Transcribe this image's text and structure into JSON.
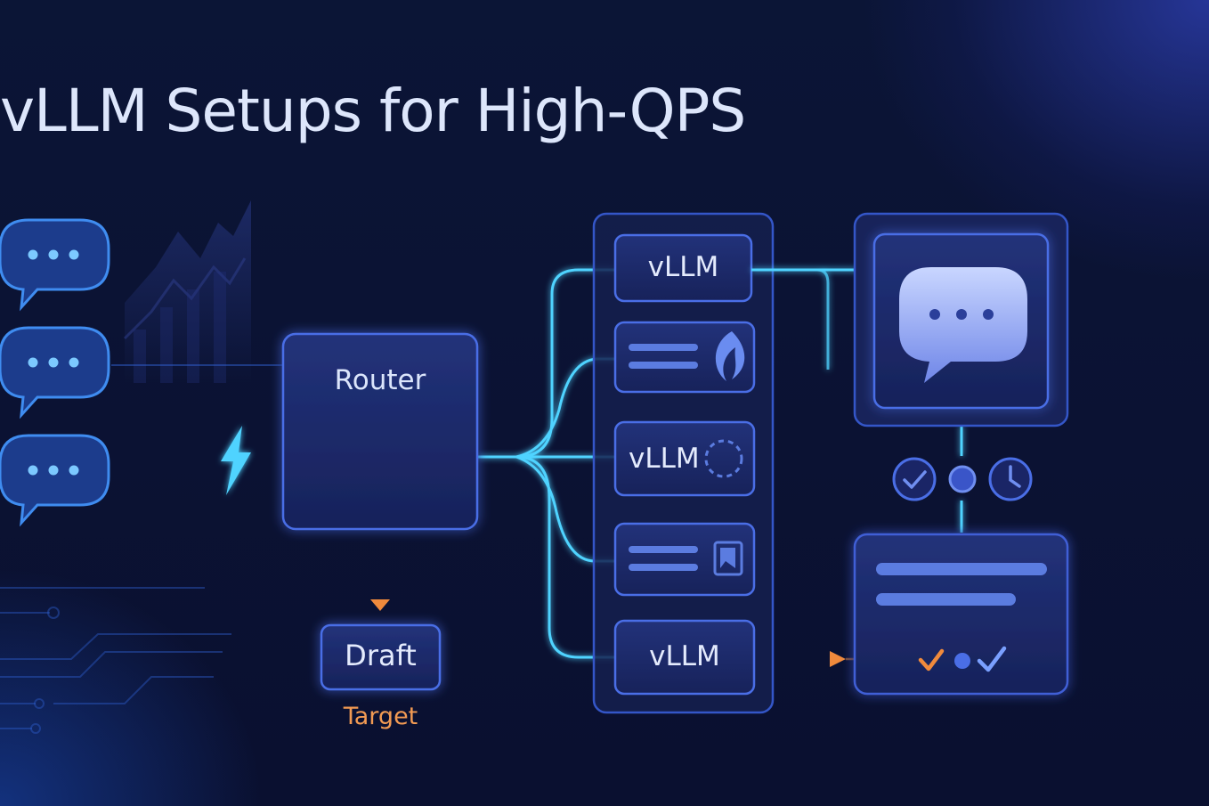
{
  "title": "vLLM Setups for High-QPS",
  "router": {
    "label": "Router"
  },
  "draft": {
    "label": "Draft"
  },
  "target": {
    "label": "Target"
  },
  "workers": [
    {
      "label": "vLLM",
      "icon": ""
    },
    {
      "label": "",
      "icon": "flame-icon"
    },
    {
      "label": "vLLM",
      "icon": "dashed-circle-icon"
    },
    {
      "label": "",
      "icon": "document-icon"
    },
    {
      "label": "vLLM",
      "icon": ""
    }
  ],
  "incoming_requests": [
    "chat-bubble-icon",
    "chat-bubble-icon",
    "chat-bubble-icon"
  ],
  "status_icons": [
    "check-circle-icon",
    "dot-icon",
    "clock-icon"
  ],
  "colors": {
    "background": "#0b1233",
    "node_fill": "#1c2a6b",
    "node_stroke": "#3f5fd6",
    "cyan_link": "#4fd3ff",
    "orange_accent": "#f08a3c",
    "title_text": "#dde6fb"
  }
}
